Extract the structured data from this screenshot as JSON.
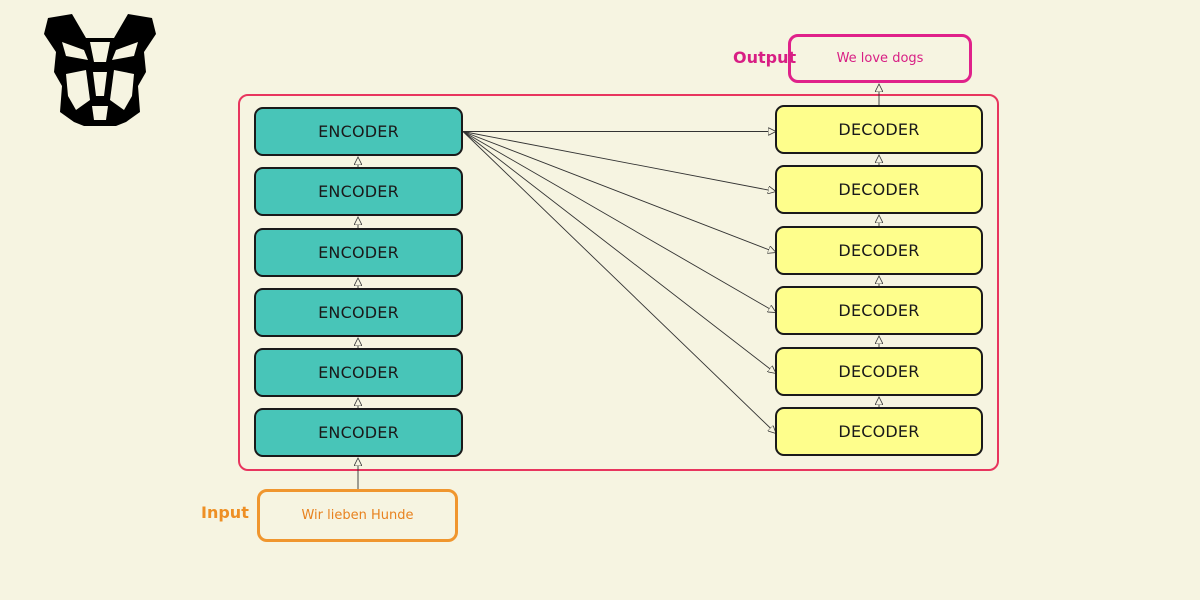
{
  "diagram": {
    "encoders": [
      {
        "label": "ENCODER"
      },
      {
        "label": "ENCODER"
      },
      {
        "label": "ENCODER"
      },
      {
        "label": "ENCODER"
      },
      {
        "label": "ENCODER"
      },
      {
        "label": "ENCODER"
      }
    ],
    "decoders": [
      {
        "label": "DECODER"
      },
      {
        "label": "DECODER"
      },
      {
        "label": "DECODER"
      },
      {
        "label": "DECODER"
      },
      {
        "label": "DECODER"
      },
      {
        "label": "DECODER"
      }
    ],
    "input": {
      "label": "Input",
      "text": "Wir lieben Hunde"
    },
    "output": {
      "label": "Output",
      "text": "We love dogs"
    }
  },
  "colors": {
    "encoder_fill": "#48c5b8",
    "decoder_fill": "#fefe8c",
    "frame_border": "#e8355e",
    "input_accent": "#f0962e",
    "output_accent": "#e0218a",
    "background": "#f6f4e1"
  },
  "logo": {
    "icon": "autobot-logo-icon"
  }
}
